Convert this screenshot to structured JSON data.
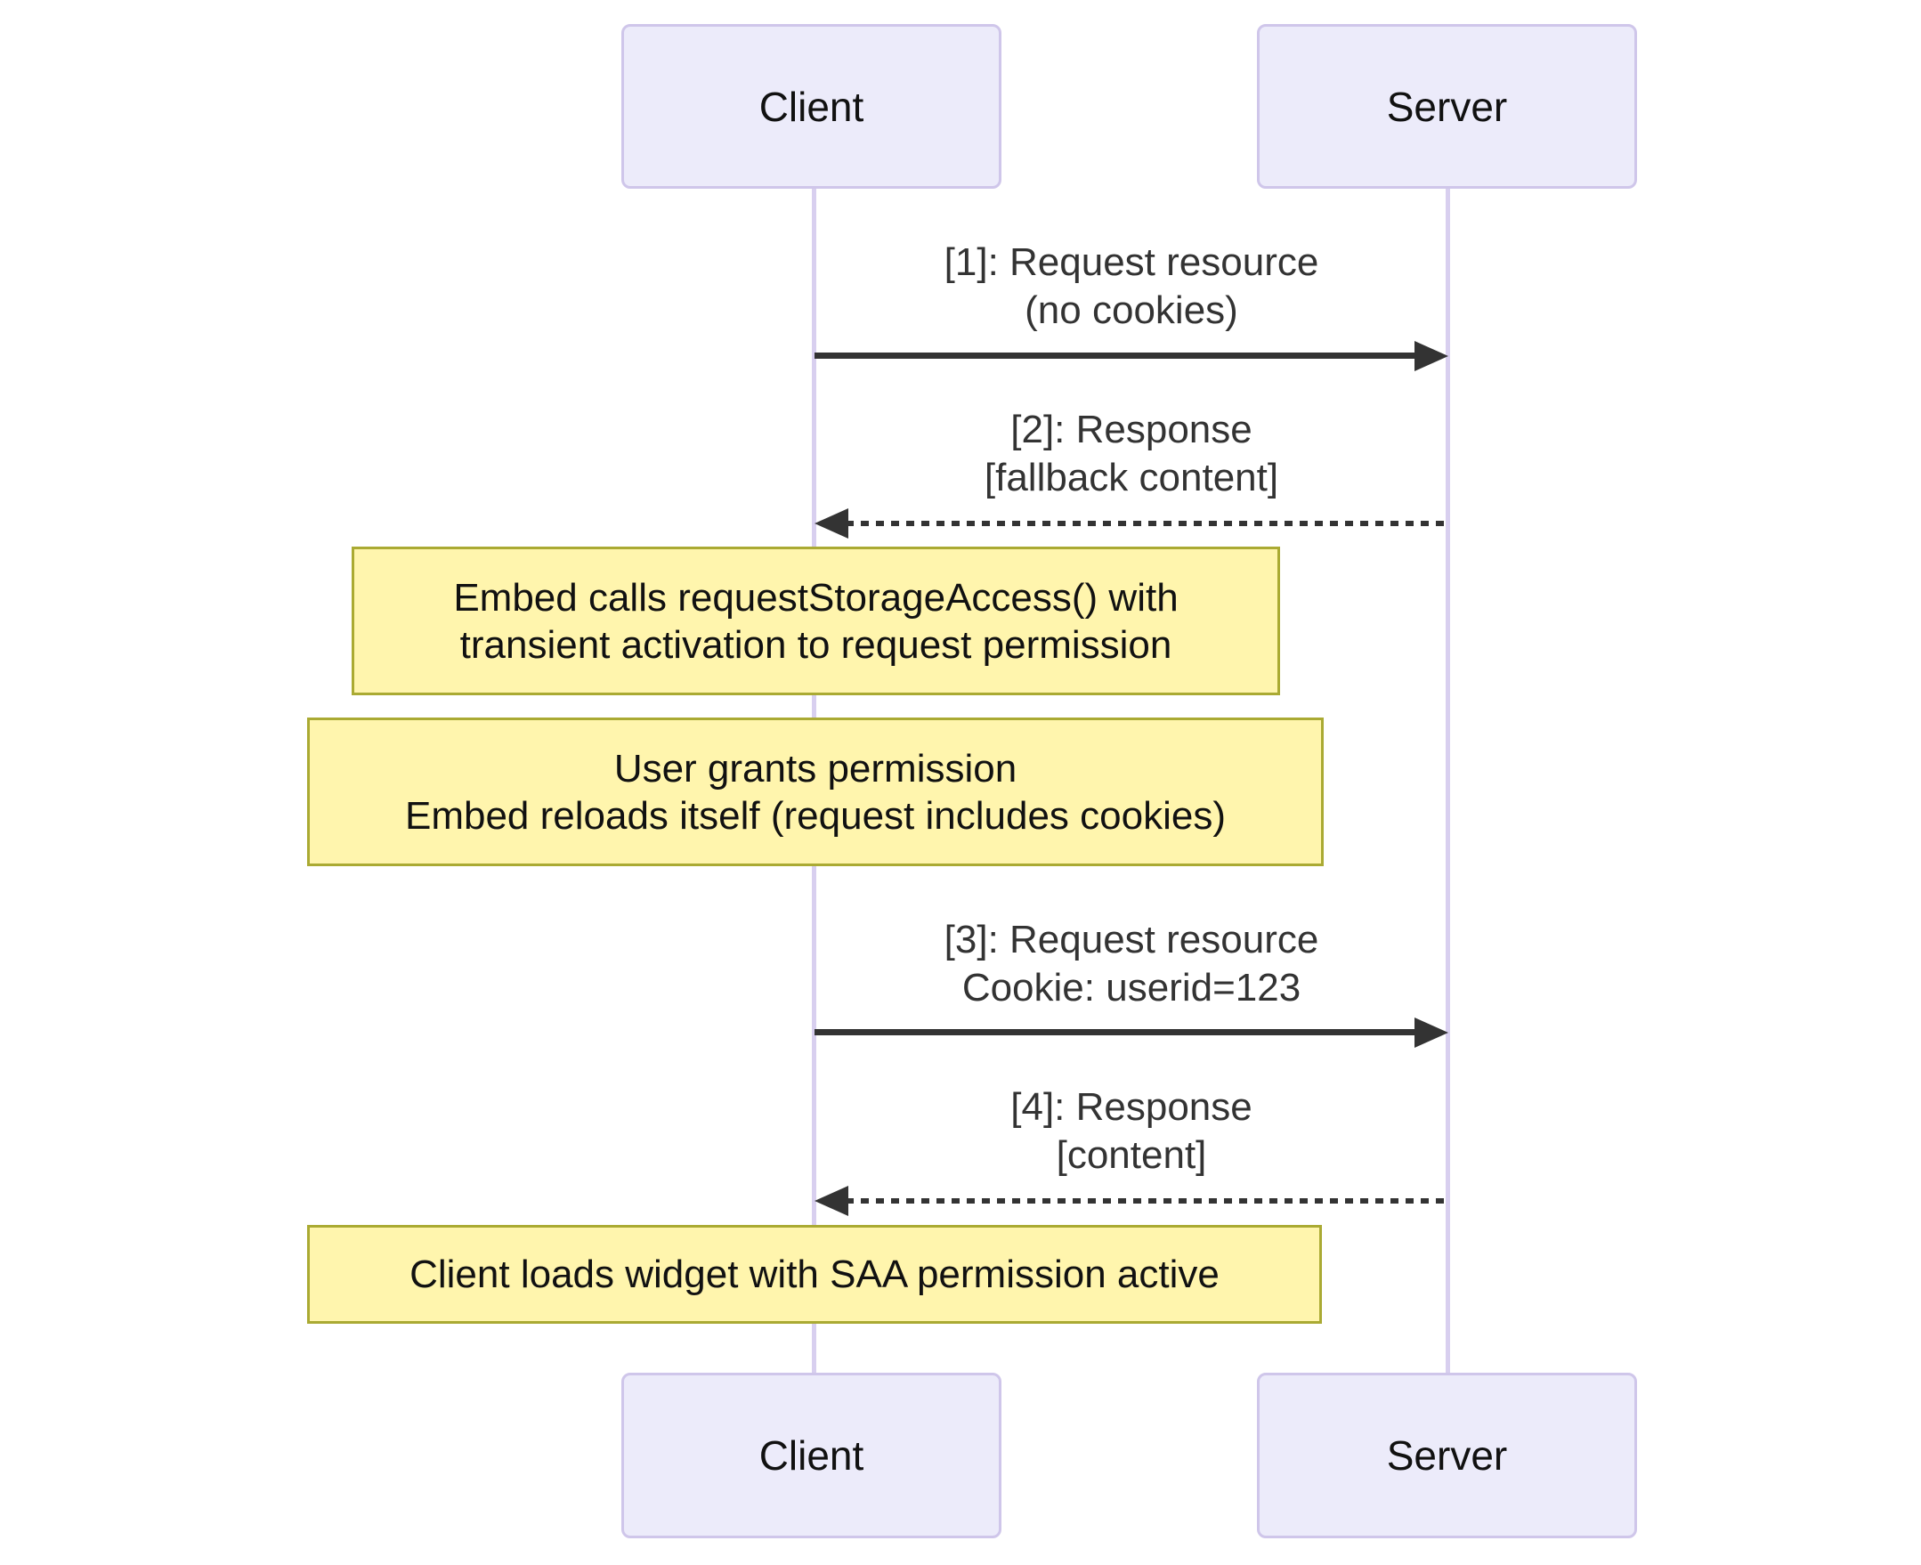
{
  "actors": {
    "client": "Client",
    "server": "Server"
  },
  "messages": [
    {
      "line1": "[1]: Request resource",
      "line2": "(no cookies)",
      "style": "solid",
      "from": "Client",
      "to": "Server"
    },
    {
      "line1": "[2]: Response",
      "line2": "[fallback content]",
      "style": "dashed",
      "from": "Server",
      "to": "Client"
    },
    {
      "line1": "[3]: Request resource",
      "line2": "Cookie: userid=123",
      "style": "solid",
      "from": "Client",
      "to": "Server"
    },
    {
      "line1": "[4]: Response",
      "line2": "[content]",
      "style": "dashed",
      "from": "Server",
      "to": "Client"
    }
  ],
  "notes": [
    {
      "line1": "Embed calls requestStorageAccess() with",
      "line2": "transient activation to request permission"
    },
    {
      "line1": "User grants permission",
      "line2": "Embed reloads itself (request includes cookies)"
    },
    {
      "line1": "Client loads widget with SAA permission active"
    }
  ],
  "colors": {
    "actor_fill": "#ECEBFA",
    "actor_border": "#CFC6EA",
    "lifeline": "#D8CFEF",
    "arrow": "#333333",
    "note_fill": "#FFF5AD",
    "note_border": "#AAAA33"
  }
}
